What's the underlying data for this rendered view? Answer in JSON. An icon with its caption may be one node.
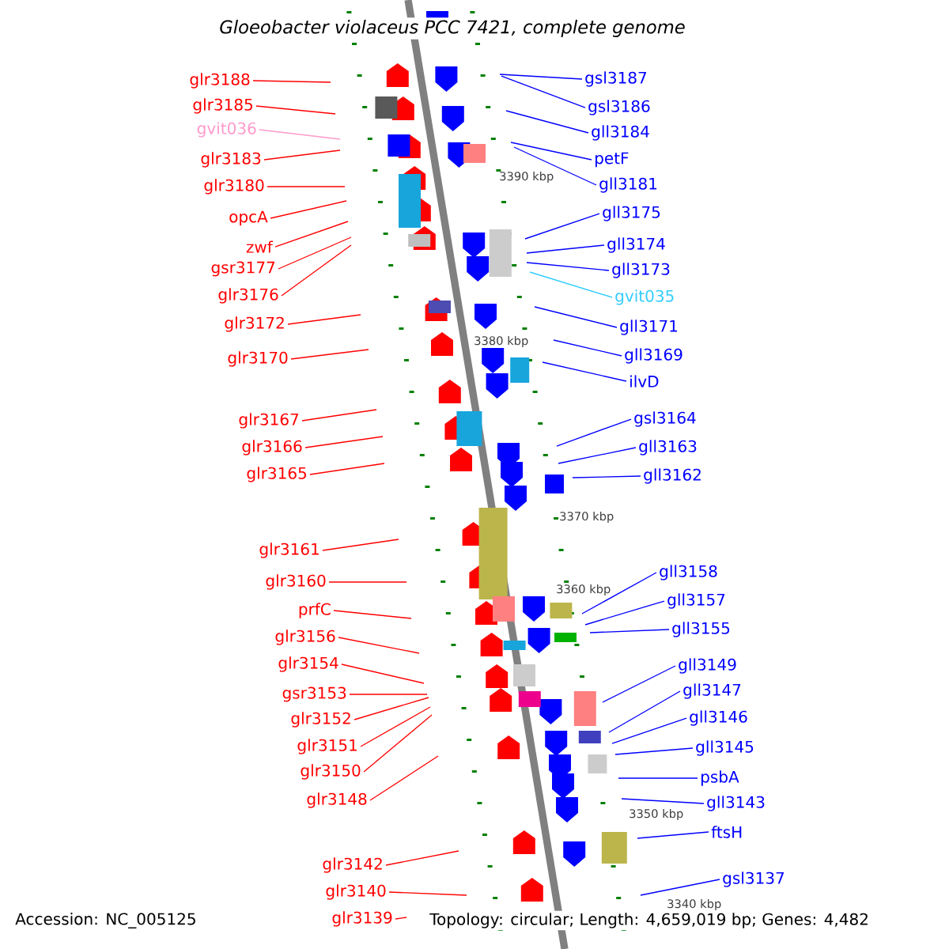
{
  "diagram": {
    "title": "Gloeobacter violaceus PCC 7421, complete genome",
    "nodes": [
      {
        "text": [
          "glr3188"
        ]
      },
      {
        "text": [
          "glr3185"
        ]
      },
      {
        "text": [
          "gvit036"
        ]
      },
      {
        "text": [
          "glr3183"
        ]
      },
      {
        "text": [
          "glr3180"
        ]
      },
      {
        "text": [
          "opcA"
        ]
      },
      {
        "text": [
          "zwf"
        ]
      },
      {
        "text": [
          "gsr3177"
        ]
      },
      {
        "text": [
          "glr3176"
        ]
      },
      {
        "text": [
          "glr3172"
        ]
      },
      {
        "text": [
          "glr3170"
        ]
      },
      {
        "text": [
          "glr3167"
        ]
      },
      {
        "text": [
          "glr3166"
        ]
      },
      {
        "text": [
          "glr3165"
        ]
      },
      {
        "text": [
          "glr3161"
        ]
      },
      {
        "text": [
          "glr3160"
        ]
      },
      {
        "text": [
          "prfC"
        ]
      },
      {
        "text": [
          "glr3156"
        ]
      },
      {
        "text": [
          "glr3154"
        ]
      },
      {
        "text": [
          "gsr3153"
        ]
      },
      {
        "text": [
          "glr3152"
        ]
      },
      {
        "text": [
          "glr3151"
        ]
      },
      {
        "text": [
          "glr3150"
        ]
      },
      {
        "text": [
          "glr3148"
        ]
      },
      {
        "text": [
          "glr3142"
        ]
      },
      {
        "text": [
          "glr3140"
        ]
      },
      {
        "text": [
          "glr3139"
        ]
      },
      {
        "text": [
          "gsl3187"
        ]
      },
      {
        "text": [
          "gsl3186"
        ]
      },
      {
        "text": [
          "gll3184"
        ]
      },
      {
        "text": [
          "petF"
        ]
      },
      {
        "text": [
          "gll3181"
        ]
      },
      {
        "text": [
          "gll3175"
        ]
      },
      {
        "text": [
          "gll3174"
        ]
      },
      {
        "text": [
          "gll3173"
        ]
      },
      {
        "text": [
          "gvit035"
        ]
      },
      {
        "text": [
          "gll3171"
        ]
      },
      {
        "text": [
          "gll3169"
        ]
      },
      {
        "text": [
          "ilvD"
        ]
      },
      {
        "text": [
          "gsl3164"
        ]
      },
      {
        "text": [
          "gll3163"
        ]
      },
      {
        "text": [
          "gll3162"
        ]
      },
      {
        "text": [
          "gll3158"
        ]
      },
      {
        "text": [
          "gll3157"
        ]
      },
      {
        "text": [
          "gll3155"
        ]
      },
      {
        "text": [
          "gll3149"
        ]
      },
      {
        "text": [
          "gll3147"
        ]
      },
      {
        "text": [
          "gll3146"
        ]
      },
      {
        "text": [
          "gll3145"
        ]
      },
      {
        "text": [
          "psbA"
        ]
      },
      {
        "text": [
          "gll3143"
        ]
      },
      {
        "text": [
          "ftsH"
        ]
      },
      {
        "text": [
          "gsl3137"
        ]
      }
    ],
    "edges": [
      {
        "from": 0,
        "to": null,
        "arrow": "none",
        "color": "#ff0000"
      },
      {
        "from": 1,
        "to": null,
        "arrow": "none",
        "color": "#ff0000"
      },
      {
        "from": 2,
        "to": null,
        "arrow": "none",
        "color": "#ff99cc"
      },
      {
        "from": 3,
        "to": null,
        "arrow": "none",
        "color": "#ff0000"
      },
      {
        "from": 4,
        "to": null,
        "arrow": "none",
        "color": "#ff0000"
      },
      {
        "from": 5,
        "to": null,
        "arrow": "none",
        "color": "#ff0000"
      },
      {
        "from": 6,
        "to": null,
        "arrow": "none",
        "color": "#ff0000"
      },
      {
        "from": 7,
        "to": null,
        "arrow": "none",
        "color": "#ff0000"
      },
      {
        "from": 8,
        "to": null,
        "arrow": "none",
        "color": "#ff0000"
      },
      {
        "from": 9,
        "to": null,
        "arrow": "none",
        "color": "#ff0000"
      },
      {
        "from": 10,
        "to": null,
        "arrow": "none",
        "color": "#ff0000"
      },
      {
        "from": 11,
        "to": null,
        "arrow": "none",
        "color": "#ff0000"
      },
      {
        "from": 12,
        "to": null,
        "arrow": "none",
        "color": "#ff0000"
      },
      {
        "from": 13,
        "to": null,
        "arrow": "none",
        "color": "#ff0000"
      },
      {
        "from": 14,
        "to": null,
        "arrow": "none",
        "color": "#ff0000"
      },
      {
        "from": 15,
        "to": null,
        "arrow": "none",
        "color": "#ff0000"
      },
      {
        "from": 16,
        "to": null,
        "arrow": "none",
        "color": "#ff0000"
      },
      {
        "from": 17,
        "to": null,
        "arrow": "none",
        "color": "#ff0000"
      },
      {
        "from": 18,
        "to": null,
        "arrow": "none",
        "color": "#ff0000"
      },
      {
        "from": 19,
        "to": null,
        "arrow": "none",
        "color": "#ff0000"
      },
      {
        "from": 20,
        "to": null,
        "arrow": "none",
        "color": "#ff0000"
      },
      {
        "from": 21,
        "to": null,
        "arrow": "none",
        "color": "#ff0000"
      },
      {
        "from": 22,
        "to": null,
        "arrow": "none",
        "color": "#ff0000"
      },
      {
        "from": 23,
        "to": null,
        "arrow": "none",
        "color": "#ff0000"
      },
      {
        "from": 24,
        "to": null,
        "arrow": "none",
        "color": "#ff0000"
      },
      {
        "from": 25,
        "to": null,
        "arrow": "none",
        "color": "#ff0000"
      },
      {
        "from": 26,
        "to": null,
        "arrow": "none",
        "color": "#ff0000"
      },
      {
        "from": 27,
        "to": null,
        "arrow": "none",
        "color": "#0000ff"
      },
      {
        "from": 28,
        "to": null,
        "arrow": "none",
        "color": "#0000ff"
      },
      {
        "from": 29,
        "to": null,
        "arrow": "none",
        "color": "#0000ff"
      },
      {
        "from": 30,
        "to": null,
        "arrow": "none",
        "color": "#0000ff"
      },
      {
        "from": 31,
        "to": null,
        "arrow": "none",
        "color": "#0000ff"
      },
      {
        "from": 32,
        "to": null,
        "arrow": "none",
        "color": "#0000ff"
      },
      {
        "from": 33,
        "to": null,
        "arrow": "none",
        "color": "#0000ff"
      },
      {
        "from": 34,
        "to": null,
        "arrow": "none",
        "color": "#0000ff"
      },
      {
        "from": 35,
        "to": null,
        "arrow": "none",
        "color": "#33ccff"
      },
      {
        "from": 36,
        "to": null,
        "arrow": "none",
        "color": "#0000ff"
      },
      {
        "from": 37,
        "to": null,
        "arrow": "none",
        "color": "#0000ff"
      },
      {
        "from": 38,
        "to": null,
        "arrow": "none",
        "color": "#0000ff"
      },
      {
        "from": 39,
        "to": null,
        "arrow": "none",
        "color": "#0000ff"
      },
      {
        "from": 40,
        "to": null,
        "arrow": "none",
        "color": "#0000ff"
      },
      {
        "from": 41,
        "to": null,
        "arrow": "none",
        "color": "#0000ff"
      },
      {
        "from": 42,
        "to": null,
        "arrow": "none",
        "color": "#0000ff"
      },
      {
        "from": 43,
        "to": null,
        "arrow": "none",
        "color": "#0000ff"
      },
      {
        "from": 44,
        "to": null,
        "arrow": "none",
        "color": "#0000ff"
      },
      {
        "from": 45,
        "to": null,
        "arrow": "none",
        "color": "#0000ff"
      },
      {
        "from": 46,
        "to": null,
        "arrow": "none",
        "color": "#0000ff"
      },
      {
        "from": 47,
        "to": null,
        "arrow": "none",
        "color": "#0000ff"
      },
      {
        "from": 48,
        "to": null,
        "arrow": "none",
        "color": "#0000ff"
      },
      {
        "from": 49,
        "to": null,
        "arrow": "none",
        "color": "#0000ff"
      },
      {
        "from": 50,
        "to": null,
        "arrow": "none",
        "color": "#0000ff"
      },
      {
        "from": 51,
        "to": null,
        "arrow": "none",
        "color": "#0000ff"
      },
      {
        "from": 52,
        "to": null,
        "arrow": "none",
        "color": "#0000ff"
      }
    ],
    "labels": [
      "3390 kbp",
      "3380 kbp",
      "3370 kbp",
      "3360 kbp",
      "3350 kbp",
      "3340 kbp",
      "Accession: NC_005125",
      "Topology: circular; Length: 4,659,019 bp; Genes: 4,482"
    ]
  }
}
